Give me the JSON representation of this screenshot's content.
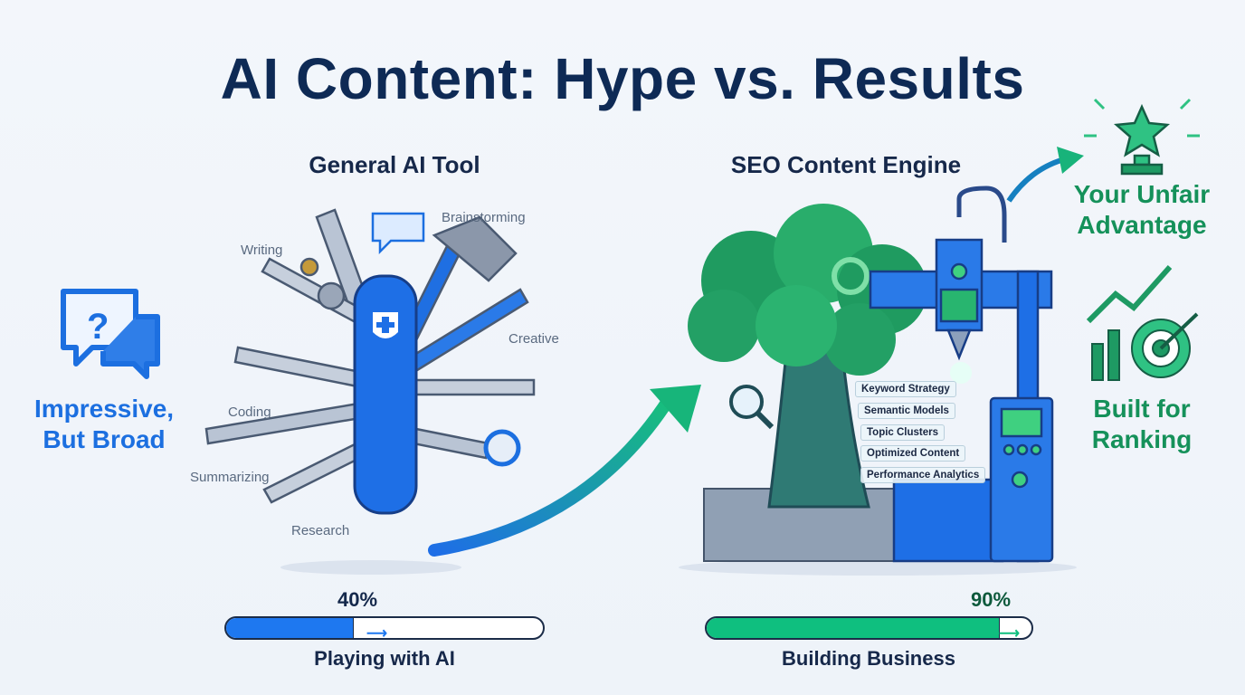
{
  "title": "AI Content: Hype vs. Results",
  "left": {
    "heading": "General AI Tool",
    "tool_labels": [
      "Brainstorming",
      "Writing",
      "Creative",
      "Coding",
      "Summarizing",
      "Research"
    ],
    "side_text": [
      "Impressive,",
      "But Broad"
    ],
    "side_icon": "question-chat-icon",
    "progress": {
      "value_label": "40%",
      "value": 40,
      "caption": "Playing with AI",
      "color": "#1e78f0"
    }
  },
  "right": {
    "heading": "SEO Content Engine",
    "layers": [
      "Keyword Strategy",
      "Semantic Models",
      "Topic Clusters",
      "Optimized Content",
      "Performance Analytics"
    ],
    "top_text": [
      "Your Unfair",
      "Advantage"
    ],
    "top_icon": "star-trophy-icon",
    "bottom_text": [
      "Built for",
      "Ranking"
    ],
    "bottom_icon": "growth-target-icon",
    "progress": {
      "value_label": "90%",
      "value": 90,
      "caption": "Building Business",
      "color": "#0fbf7f"
    }
  },
  "colors": {
    "title": "#0e2a55",
    "blue": "#1c6fe0",
    "green": "#15915a"
  }
}
